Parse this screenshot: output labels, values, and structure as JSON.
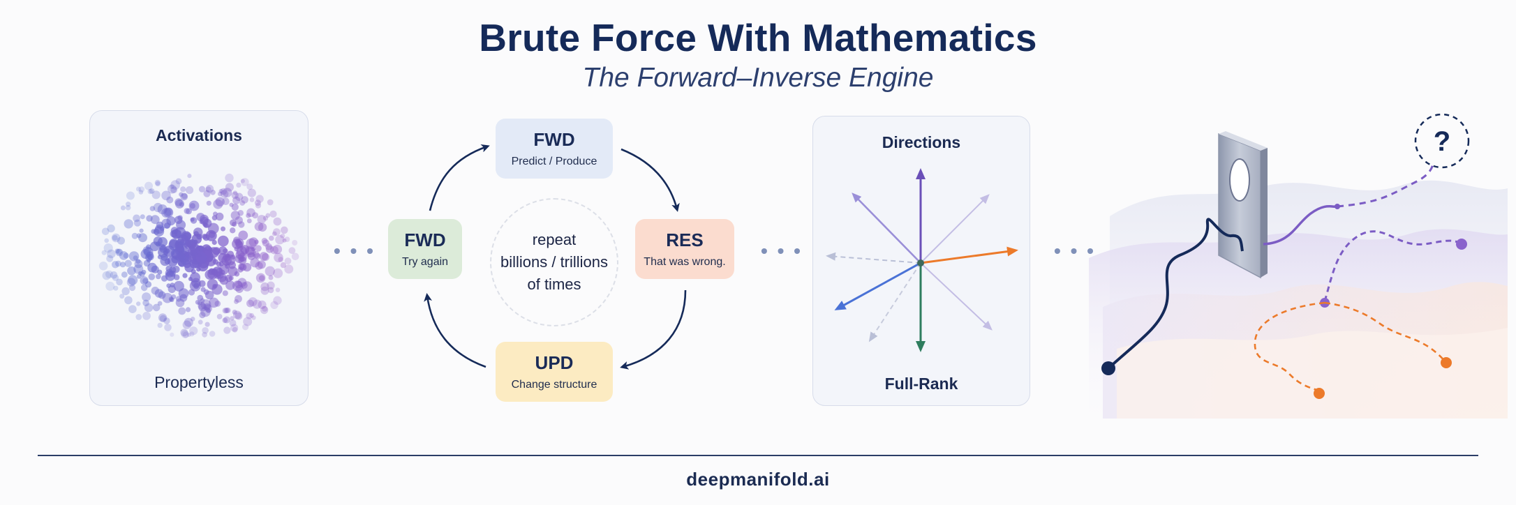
{
  "header": {
    "title": "Brute Force With Mathematics",
    "subtitle": "The Forward–Inverse Engine"
  },
  "activations_panel": {
    "title": "Activations",
    "caption": "Propertyless"
  },
  "cycle": {
    "fwd_top": {
      "label": "FWD",
      "sub": "Predict / Produce",
      "color": "#e3eaf7"
    },
    "res": {
      "label": "RES",
      "sub": "That was wrong.",
      "color": "#fbdccf"
    },
    "upd": {
      "label": "UPD",
      "sub": "Change structure",
      "color": "#fcebc2"
    },
    "fwd_left": {
      "label": "FWD",
      "sub": "Try again",
      "color": "#dcebd9"
    },
    "center_lines": [
      "repeat",
      "billions / trillions",
      "of times"
    ]
  },
  "directions_panel": {
    "title": "Directions",
    "caption": "Full-Rank"
  },
  "ellipsis": "• • •",
  "landscape": {
    "question_mark": "?"
  },
  "footer": {
    "site": "deepmanifold.ai"
  },
  "colors": {
    "navy": "#152a59",
    "purple": "#7b5cc4",
    "orange": "#ec7a2a",
    "green": "#2e7d5e",
    "blue": "#4a72d6"
  }
}
